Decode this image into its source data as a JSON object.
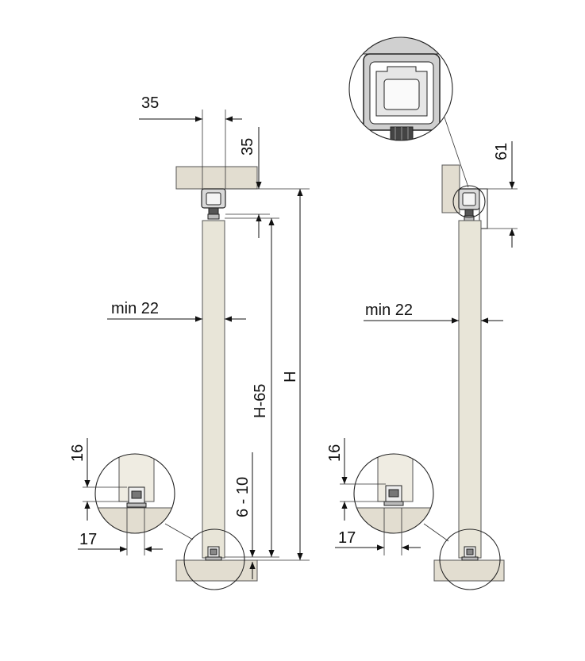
{
  "colors": {
    "door_fill": "#e8e5d8",
    "block_fill": "#e2ddd0",
    "line": "#111111"
  },
  "left_view": {
    "dim_top_width": "35",
    "dim_top_height": "35",
    "dim_min_thickness": "min 22",
    "dim_height_total": "H",
    "dim_height_door": "H-65",
    "dim_floor_gap": "6 - 10",
    "dim_guide_height": "16",
    "dim_guide_offset": "17"
  },
  "right_view": {
    "dim_side_height": "61",
    "dim_min_thickness": "min 22",
    "dim_guide_height": "16",
    "dim_guide_offset": "17"
  }
}
